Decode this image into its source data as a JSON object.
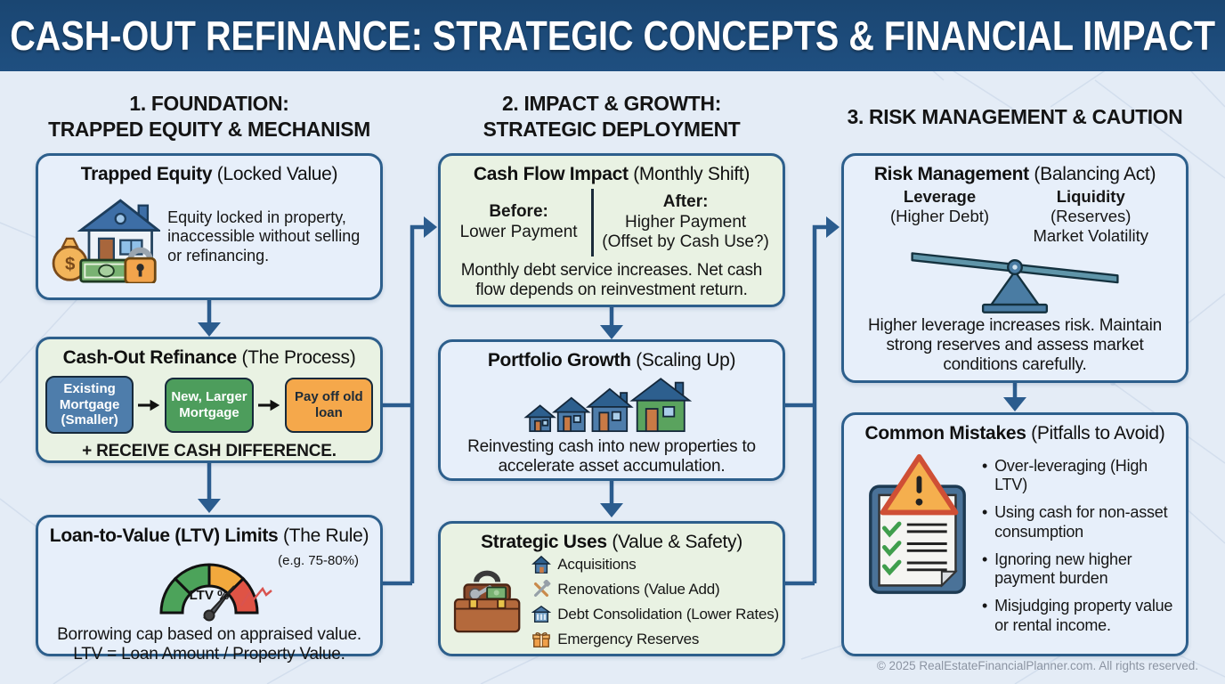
{
  "header": {
    "title": "CASH-OUT REFINANCE: STRATEGIC CONCEPTS & FINANCIAL IMPACT"
  },
  "columns": [
    {
      "heading": [
        "1. FOUNDATION:",
        "TRAPPED EQUITY & MECHANISM"
      ],
      "boxes": [
        {
          "title_bold": "Trapped Equity",
          "title_rest": "(Locked Value)",
          "body": "Equity locked in property, inaccessible without selling or refinancing."
        },
        {
          "title_bold": "Cash-Out Refinance",
          "title_rest": "(The Process)",
          "steps": [
            {
              "label": "Existing Mortgage (Smaller)"
            },
            {
              "label": "New, Larger Mortgage"
            },
            {
              "label": "Pay off old loan"
            }
          ],
          "note": "+ RECEIVE CASH DIFFERENCE."
        },
        {
          "title_bold": "Loan-to-Value (LTV) Limits",
          "title_rest": "(The Rule)",
          "gauge_label": "LTV %",
          "gauge_note": "(e.g. 75-80%)",
          "body_line1": "Borrowing cap based on appraised value.",
          "body_line2": "LTV = Loan Amount / Property Value."
        }
      ]
    },
    {
      "heading": [
        "2. IMPACT & GROWTH:",
        "STRATEGIC DEPLOYMENT"
      ],
      "boxes": [
        {
          "title_bold": "Cash Flow Impact",
          "title_rest": "(Monthly Shift)",
          "before_label": "Before:",
          "before_text": "Lower Payment",
          "after_label": "After:",
          "after_text": "Higher Payment (Offset by Cash Use?)",
          "body": "Monthly debt service increases. Net cash flow depends on reinvestment return."
        },
        {
          "title_bold": "Portfolio Growth",
          "title_rest": "(Scaling Up)",
          "body": "Reinvesting cash into new properties to accelerate asset accumulation."
        },
        {
          "title_bold": "Strategic Uses",
          "title_rest": "(Value & Safety)",
          "items": [
            {
              "icon": "house-icon",
              "label": "Acquisitions"
            },
            {
              "icon": "tools-icon",
              "label": "Renovations (Value Add)"
            },
            {
              "icon": "bank-icon",
              "label": "Debt Consolidation (Lower Rates)"
            },
            {
              "icon": "gift-icon",
              "label": "Emergency Reserves"
            }
          ]
        }
      ]
    },
    {
      "heading": [
        "3. RISK MANAGEMENT & CAUTION"
      ],
      "boxes": [
        {
          "title_bold": "Risk Management",
          "title_rest": "(Balancing Act)",
          "left_label": "Leverage",
          "left_sub": "(Higher Debt)",
          "right_label": "Liquidity",
          "right_sub1": "(Reserves)",
          "right_sub2": "Market Volatility",
          "body": "Higher leverage increases risk. Maintain strong reserves and assess market conditions carefully."
        },
        {
          "title_bold": "Common Mistakes",
          "title_rest": "(Pitfalls to Avoid)",
          "bullets": [
            {
              "text": "Over-leveraging (High LTV)"
            },
            {
              "text": "Using cash for non-asset consumption"
            },
            {
              "text": "Ignoring new higher payment burden"
            },
            {
              "text": "Misjudging property value or rental income."
            }
          ]
        }
      ]
    }
  ],
  "footer": {
    "copyright": "© 2025 RealEstateFinancialPlanner.com. All rights reserved."
  },
  "colors": {
    "header_bg": "#1f4f80",
    "box_border": "#2d5f8c",
    "panel_blue": "#e7effa",
    "panel_green": "#e9f2e3",
    "step_blue": "#4e7dab",
    "step_green": "#4d9d5c",
    "step_orange": "#f5a84b",
    "arrow": "#2b5c8e",
    "gauge_green": "#4ca35a",
    "gauge_orange": "#f2a93d",
    "gauge_red": "#df5345"
  }
}
